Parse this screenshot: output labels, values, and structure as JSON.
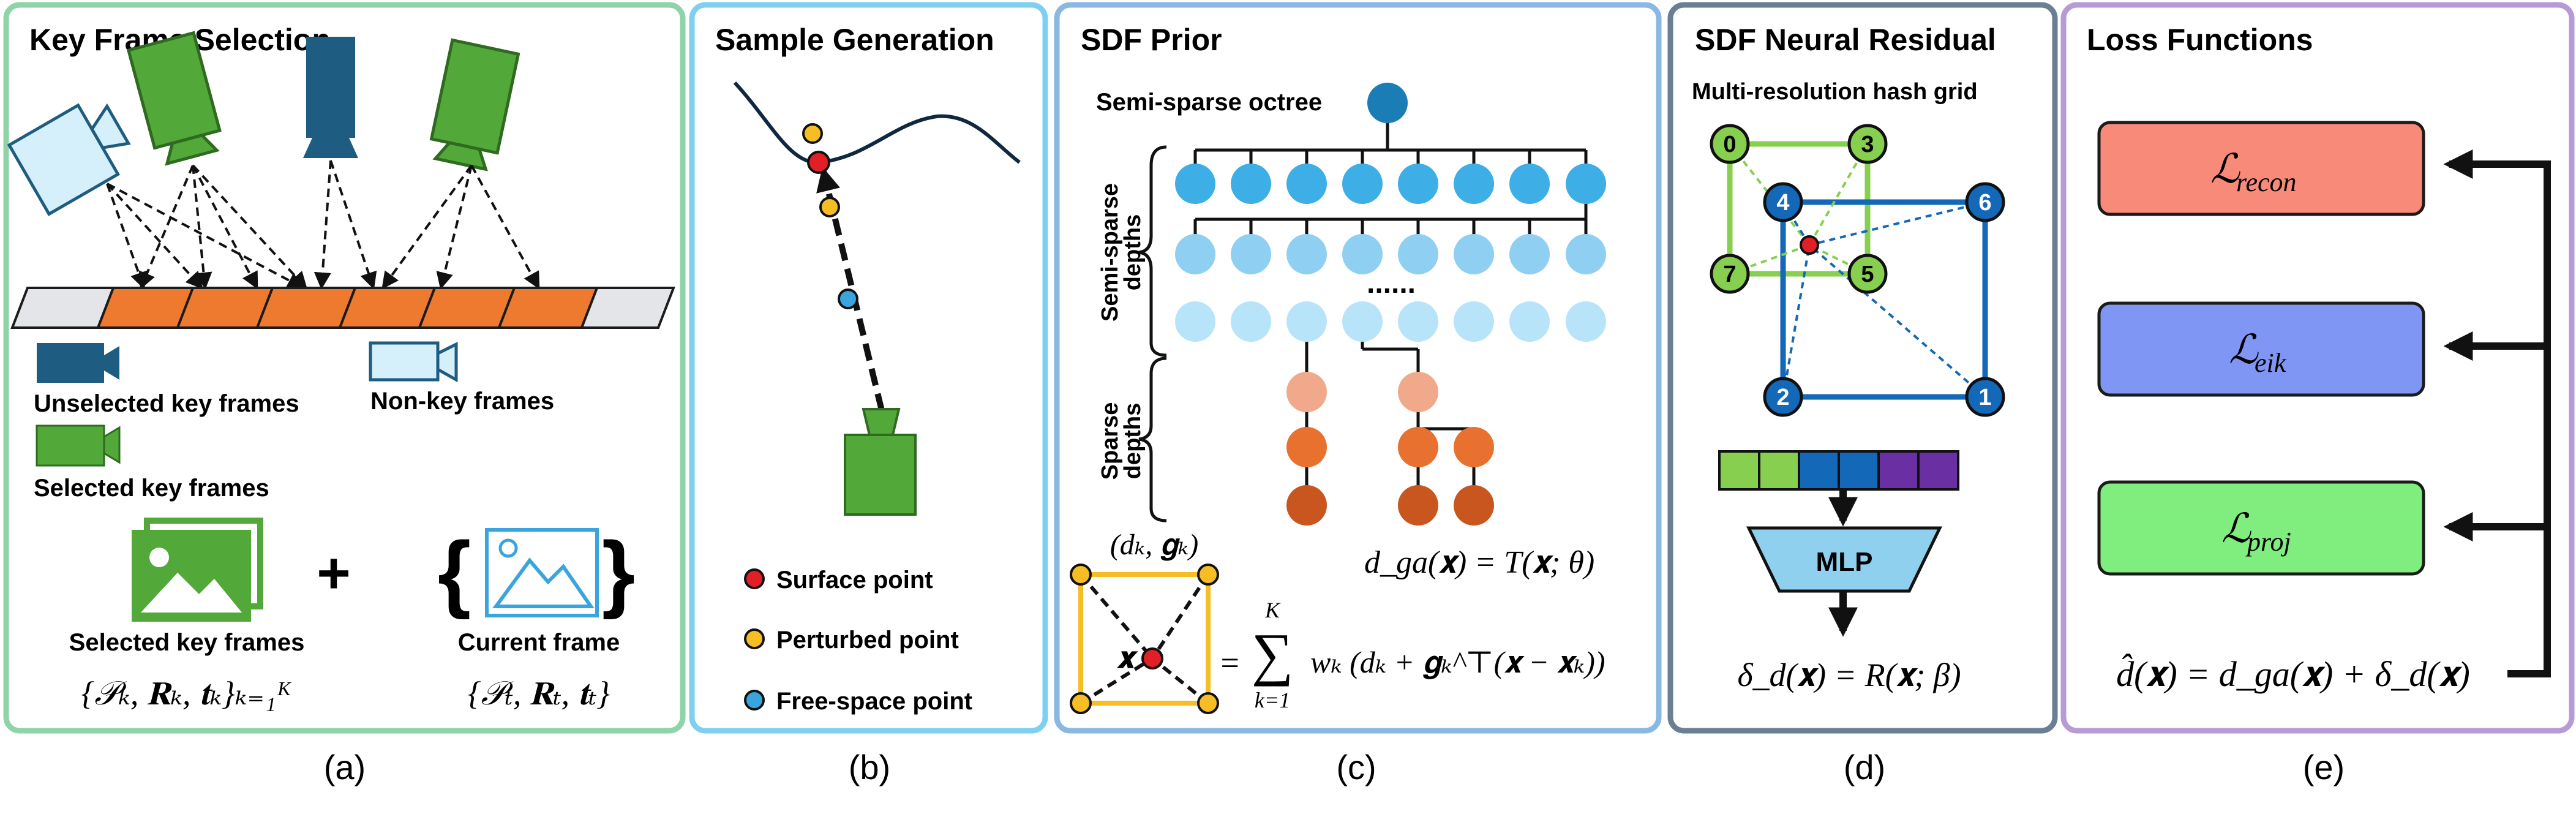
{
  "colors": {
    "panel_a_border": "#8fd3a8",
    "panel_b_border": "#7fd0f0",
    "panel_c_border": "#8ab8e0",
    "panel_d_border": "#6b7f94",
    "panel_e_border": "#b79bd6",
    "orange": "#ee7a30",
    "green": "#52a838",
    "dark_blue": "#1e5c82",
    "light_blue": "#d6f0fb",
    "octree_dark": "#1b7db5",
    "octree_l1": "#3eaee6",
    "octree_l2": "#8fd0f2",
    "octree_l3": "#b8e4fa",
    "sparse_light": "#f0a98a",
    "sparse_mid": "#e8712f",
    "sparse_dark": "#c8561e",
    "surface_point": "#e01f26",
    "perturbed_point": "#f6bd24",
    "free_point": "#3aa5dc",
    "recon_box": "#f88a79",
    "eik_box": "#7f96f5",
    "proj_box": "#80ee7e",
    "mlp_box": "#8fd0ee",
    "hash_cube_green": "#87cf4e",
    "hash_cube_blue": "#1468b8",
    "purple": "#6a2fa2"
  },
  "panel_a": {
    "title": "Key Frame Selection",
    "legend_unselected": "Unselected key frames",
    "legend_nonkey": "Non-key frames",
    "legend_selected": "Selected key frames",
    "plus": "+",
    "selected_label": "Selected key frames",
    "selected_math": "{𝒫ₖ, 𝐑ₖ, 𝐭ₖ}ₖ₌₁ᴷ",
    "current_label": "Current frame",
    "current_math": "{𝒫ₜ, 𝐑ₜ, 𝐭ₜ}",
    "caption": "(a)"
  },
  "panel_b": {
    "title": "Sample Generation",
    "legend_surface": "Surface point",
    "legend_perturbed": "Perturbed point",
    "legend_free": "Free-space point",
    "caption": "(b)"
  },
  "panel_c": {
    "title": "SDF Prior",
    "octree_label": "Semi-sparse octree",
    "semi_sparse_label_1": "Semi-sparse",
    "semi_sparse_label_2": "depths",
    "sparse_label_1": "Sparse",
    "sparse_label_2": "depths",
    "dots": "......",
    "corner_label": "(dₖ, 𝐠ₖ)",
    "x_label": "𝐱",
    "dga_eq": "d_ga(𝐱) = T(𝐱; θ)",
    "sum_eq_lhs": "=",
    "sum_top": "K",
    "sum_bottom": "k=1",
    "sum_body": "wₖ (dₖ + 𝐠ₖ^⊤(𝐱 − 𝐱ₖ))",
    "caption": "(c)"
  },
  "panel_d": {
    "title": "SDF Neural Residual",
    "subtitle": "Multi-resolution hash grid",
    "node_labels": [
      "0",
      "3",
      "4",
      "6",
      "7",
      "5",
      "2",
      "1"
    ],
    "mlp_label": "MLP",
    "residual_eq": "δ_d(𝐱) = R(𝐱; β)",
    "caption": "(d)"
  },
  "panel_e": {
    "title": "Loss Functions",
    "loss_recon": "ℒ",
    "loss_recon_sub": "recon",
    "loss_eik": "ℒ",
    "loss_eik_sub": "eik",
    "loss_proj": "ℒ",
    "loss_proj_sub": "proj",
    "final_eq": "d̂(𝐱) = d_ga(𝐱) + δ_d(𝐱)",
    "caption": "(e)"
  }
}
